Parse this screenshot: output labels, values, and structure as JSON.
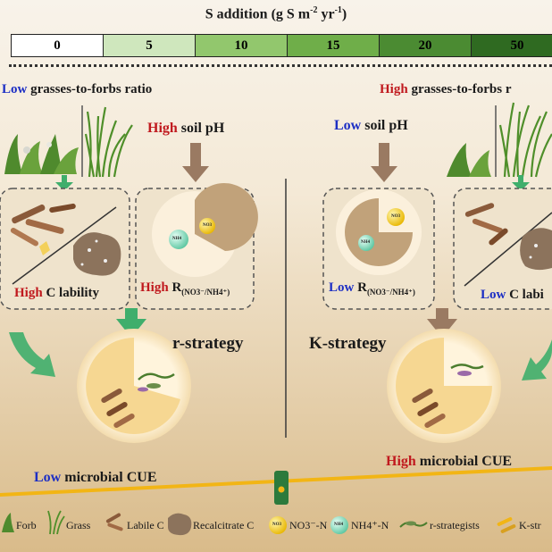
{
  "scale": {
    "title_prefix": "S addition (g S m",
    "exp1": "-2",
    "title_mid": " yr",
    "exp2": "-1",
    "title_suffix": ")",
    "levels": [
      {
        "label": "0",
        "color": "#ffffff"
      },
      {
        "label": "5",
        "color": "#cfe7bd"
      },
      {
        "label": "10",
        "color": "#92c76d"
      },
      {
        "label": "15",
        "color": "#6fae49"
      },
      {
        "label": "20",
        "color": "#4b8b32"
      },
      {
        "label": "50",
        "color": "#2f6a21"
      }
    ]
  },
  "left": {
    "ratio_level": "Low",
    "ratio_text": " grasses-to-forbs ratio",
    "ph_level": "High",
    "ph_text": " soil pH",
    "lability_level": "High",
    "lability_text": " C lability",
    "r_level": "High",
    "r_symbol": "R",
    "r_sub": "(NO3⁻/NH4⁺)",
    "strategy": "r-strategy",
    "cue_level": "Low",
    "cue_text": " microbial CUE"
  },
  "right": {
    "ratio_level": "High",
    "ratio_text": " grasses-to-forbs r",
    "ph_level": "Low",
    "ph_text": " soil pH",
    "r_level": "Low",
    "r_symbol": "R",
    "r_sub": "(NO3⁻/NH4⁺)",
    "lability_level": "Low",
    "lability_text": " C labi",
    "strategy": "K-strategy",
    "cue_level": "High",
    "cue_text": " microbial CUE"
  },
  "pie_labels": {
    "no3": "NO3",
    "nh4": "NH4"
  },
  "legend": {
    "forb": "Forb",
    "grass": "Grass",
    "labile": "Labile C",
    "recalcitrant": "Recalcitrate C",
    "no3_badge": "NO3",
    "no3": "NO3⁻-N",
    "nh4_badge": "NH4",
    "nh4": "NH4⁺-N",
    "r_strat": "r-strategists",
    "k_strat": "K-str"
  },
  "colors": {
    "background_top": "#f7f1e6",
    "background_bottom": "#dcbf90",
    "high": "#c0191e",
    "low": "#1c2ec4",
    "arrow_green": "#3fae6c",
    "arrow_brown": "#9a7a62",
    "beam": "#f2b515",
    "pivot": "#2c7a3c"
  }
}
